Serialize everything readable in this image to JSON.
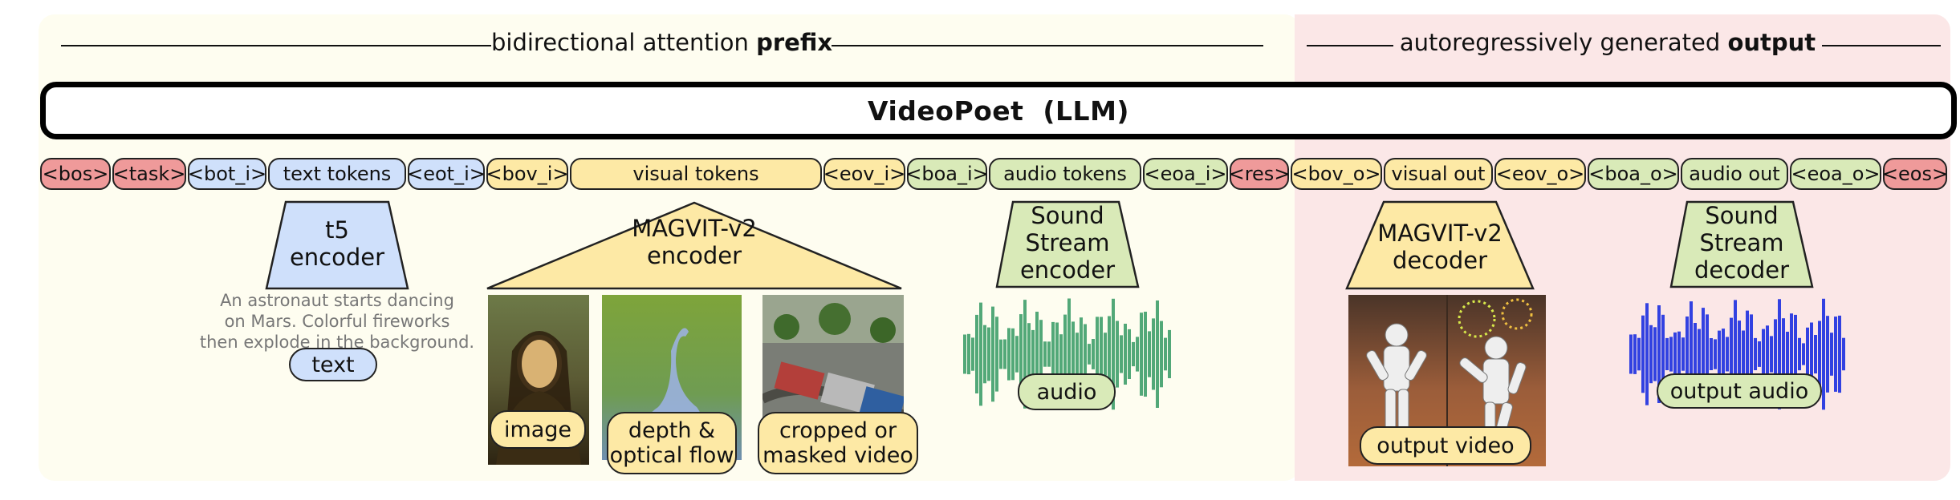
{
  "header": {
    "prefix_text": "bidirectional attention",
    "prefix_bold": "prefix",
    "output_text": "autoregressively generated",
    "output_bold": "output"
  },
  "llm": {
    "label": "VideoPoet  (LLM)"
  },
  "tokens": [
    "<bos>",
    "<task>",
    "<bot_i>",
    "text tokens",
    "<eot_i>",
    "<bov_i>",
    "visual tokens",
    "<eov_i>",
    "<boa_i>",
    "audio tokens",
    "<eoa_i>",
    "<res>",
    "<bov_o>",
    "visual out",
    "<eov_o>",
    "<boa_o>",
    "audio out",
    "<eoa_o>",
    "<eos>"
  ],
  "encoders": {
    "t5": [
      "t5",
      "encoder"
    ],
    "magvit_enc": [
      "MAGVIT-v2",
      "encoder"
    ],
    "sound_enc": [
      "Sound",
      "Stream",
      "encoder"
    ],
    "magvit_dec": [
      "MAGVIT-v2",
      "decoder"
    ],
    "sound_dec": [
      "Sound",
      "Stream",
      "decoder"
    ]
  },
  "text_input": {
    "caption": [
      "An astronaut starts dancing",
      "on Mars. Colorful fireworks",
      "then explode in the background."
    ],
    "label": "text"
  },
  "inputs": {
    "image": "image",
    "depth": [
      "depth &",
      "optical flow"
    ],
    "cropped": [
      "cropped or",
      "masked video"
    ],
    "audio": "audio"
  },
  "outputs": {
    "video": "output video",
    "audio": "output audio"
  },
  "colors": {
    "red": "#ef9a9a",
    "blue": "#cfe0fb",
    "yellow": "#fde9a5",
    "green": "#d9eab8",
    "prefix_bg": "#fefdf0",
    "output_bg": "#fbe7e7",
    "wave_green": "#3f9f6a",
    "wave_blue": "#1c2fe0"
  }
}
